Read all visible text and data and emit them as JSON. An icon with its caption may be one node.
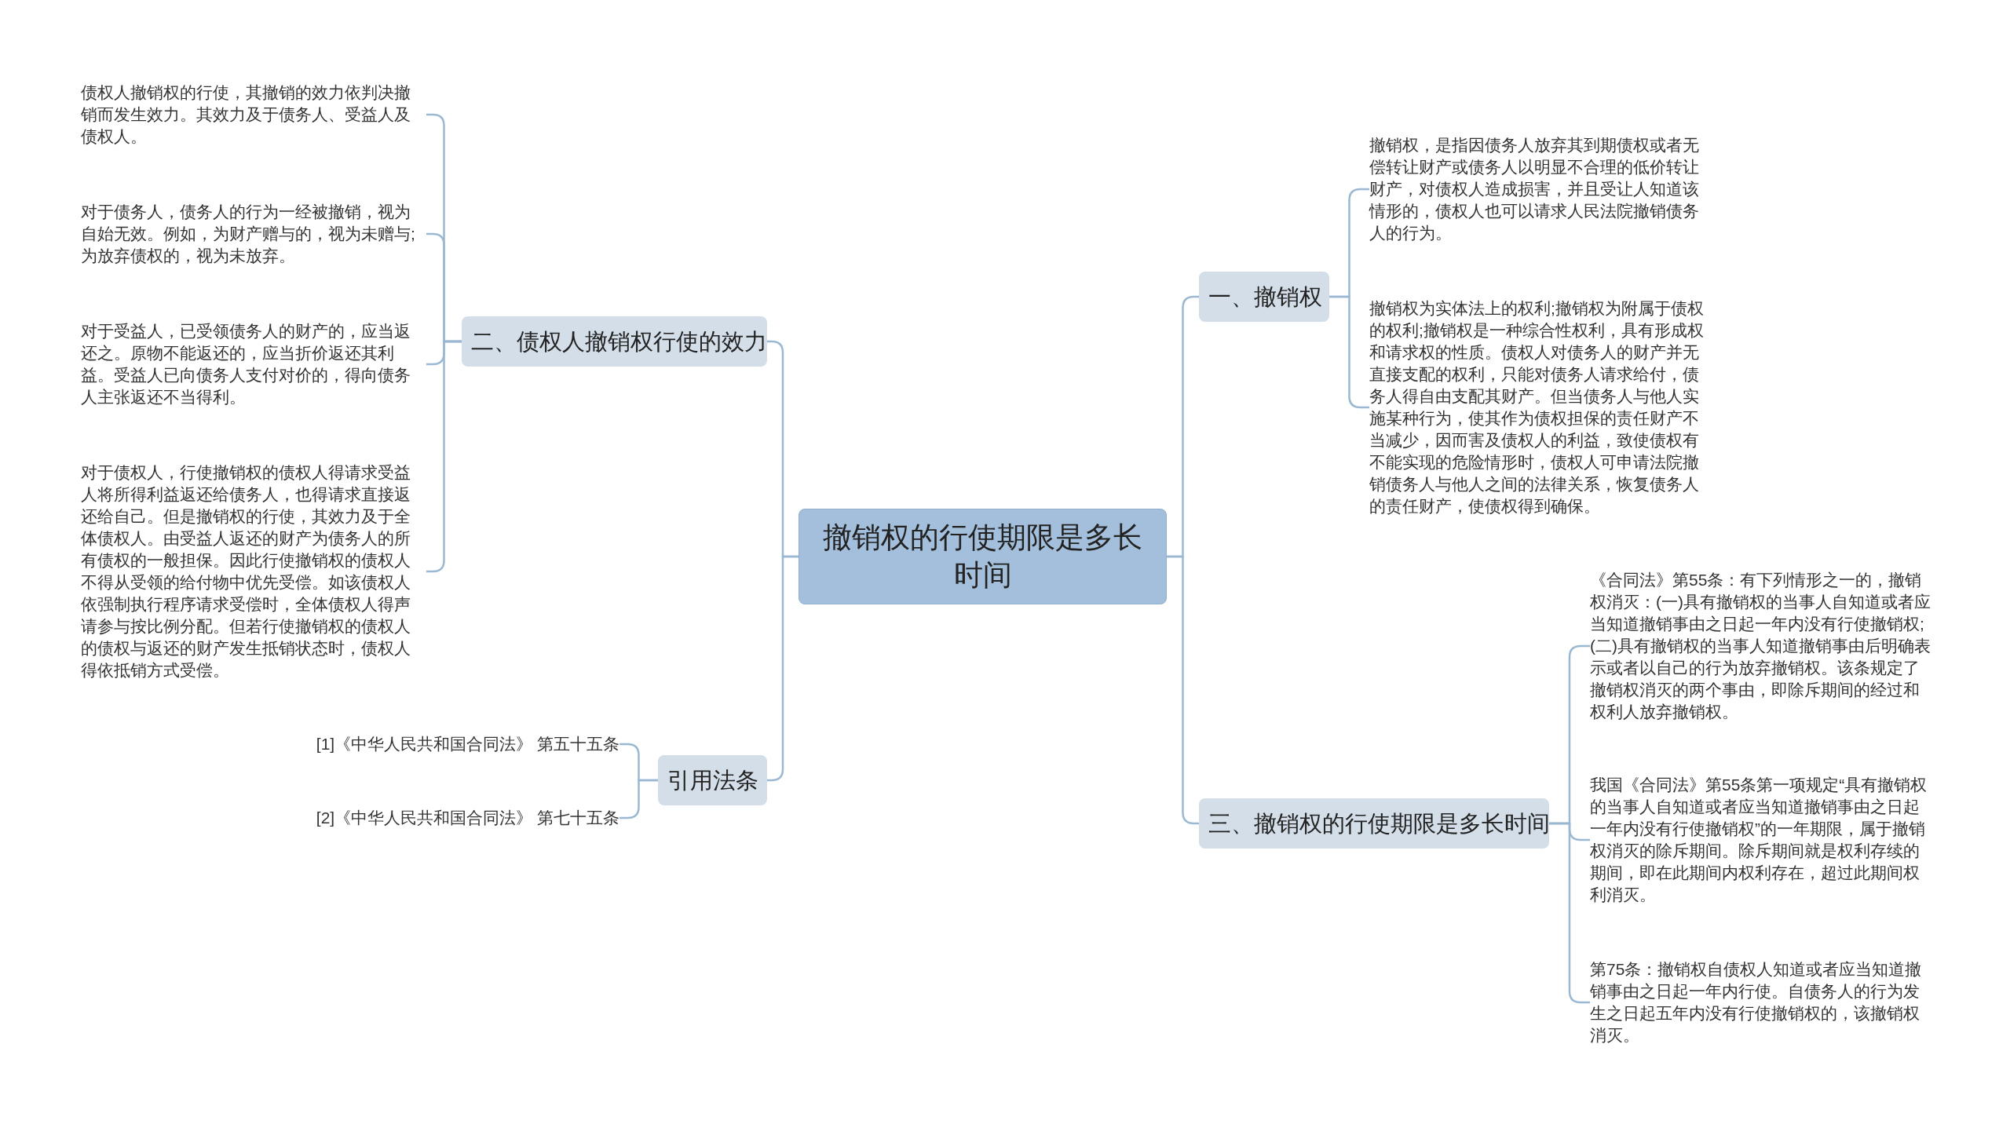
{
  "diagram": {
    "nodes": [
      {
        "text": [
          "撤销权的行使期限是多长时间"
        ]
      },
      {
        "text": [
          "一、撤销权"
        ]
      },
      {
        "text": [
          "撤销权，是指因债务人放弃其到期债权或者无偿转让财产或债务人以明显不合理的低价转让财产，对债权人造成损害，并且受让人知道该情形的，债权人也可以请求人民法院撤销债务人的行为。"
        ]
      },
      {
        "text": [
          "撤销权为实体法上的权利;撤销权为附属于债权的权利;撤销权是一种综合性权利，具有形成权和请求权的性质。债权人对债务人的财产并无直接支配的权利，只能对债务人请求给付，债务人得自由支配其财产。但当债务人与他人实施某种行为，使其作为债权担保的责任财产不当减少，因而害及债权人的利益，致使债权有不能实现的危险情形时，债权人可申请法院撤销债务人与他人之间的法律关系，恢复债务人的责任财产，使债权得到确保。"
        ]
      },
      {
        "text": [
          "三、撤销权的行使期限是多长时间"
        ]
      },
      {
        "text": [
          "《合同法》第55条：有下列情形之一的，撤销权消灭：(一)具有撤销权的当事人自知道或者应当知道撤销事由之日起一年内没有行使撤销权;(二)具有撤销权的当事人知道撤销事由后明确表示或者以自己的行为放弃撤销权。该条规定了撤销权消灭的两个事由，即除斥期间的经过和权利人放弃撤销权。"
        ]
      },
      {
        "text": [
          "我国《合同法》第55条第一项规定“具有撤销权的当事人自知道或者应当知道撤销事由之日起一年内没有行使撤销权”的一年期限，属于撤销权消灭的除斥期间。除斥期间就是权利存续的期间，即在此期间内权利存在，超过此期间权利消灭。"
        ]
      },
      {
        "text": [
          "第75条：撤销权自债权人知道或者应当知道撤销事由之日起一年内行使。自债务人的行为发生之日起五年内没有行使撤销权的，该撤销权消灭。"
        ]
      },
      {
        "text": [
          "二、债权人撤销权行使的效力"
        ]
      },
      {
        "text": [
          "债权人撤销权的行使，其撤销的效力依判决撤销而发生效力。其效力及于债务人、受益人及债权人。"
        ]
      },
      {
        "text": [
          "对于债务人，债务人的行为一经被撤销，视为自始无效。例如，为财产赠与的，视为未赠与;为放弃债权的，视为未放弃。"
        ]
      },
      {
        "text": [
          "对于受益人，已受领债务人的财产的，应当返还之。原物不能返还的，应当折价返还其利益。受益人已向债务人支付对价的，得向债务人主张返还不当得利。"
        ]
      },
      {
        "text": [
          "对于债权人，行使撤销权的债权人得请求受益人将所得利益返还给债务人，也得请求直接返还给自己。但是撤销权的行使，其效力及于全体债权人。由受益人返还的财产为债务人的所有债权的一般担保。因此行使撤销权的债权人不得从受领的给付物中优先受偿。如该债权人依强制执行程序请求受偿时，全体债权人得声请参与按比例分配。但若行使撤销权的债权人的债权与返还的财产发生抵销状态时，债权人得依抵销方式受偿。"
        ]
      },
      {
        "text": [
          "引用法条"
        ]
      },
      {
        "text": [
          "[1]《中华人民共和国合同法》 第五十五条"
        ]
      },
      {
        "text": [
          "[2]《中华人民共和国合同法》 第七十五条"
        ]
      }
    ],
    "edges": [
      {
        "from": 0,
        "to": 1,
        "arrow": "none"
      },
      {
        "from": 1,
        "to": 2,
        "arrow": "none"
      },
      {
        "from": 1,
        "to": 3,
        "arrow": "none"
      },
      {
        "from": 0,
        "to": 4,
        "arrow": "none"
      },
      {
        "from": 4,
        "to": 5,
        "arrow": "none"
      },
      {
        "from": 4,
        "to": 6,
        "arrow": "none"
      },
      {
        "from": 4,
        "to": 7,
        "arrow": "none"
      },
      {
        "from": 0,
        "to": 8,
        "arrow": "none"
      },
      {
        "from": 8,
        "to": 9,
        "arrow": "none"
      },
      {
        "from": 8,
        "to": 10,
        "arrow": "none"
      },
      {
        "from": 8,
        "to": 11,
        "arrow": "none"
      },
      {
        "from": 8,
        "to": 12,
        "arrow": "none"
      },
      {
        "from": 0,
        "to": 13,
        "arrow": "none"
      },
      {
        "from": 13,
        "to": 14,
        "arrow": "none"
      },
      {
        "from": 13,
        "to": 15,
        "arrow": "none"
      }
    ]
  }
}
